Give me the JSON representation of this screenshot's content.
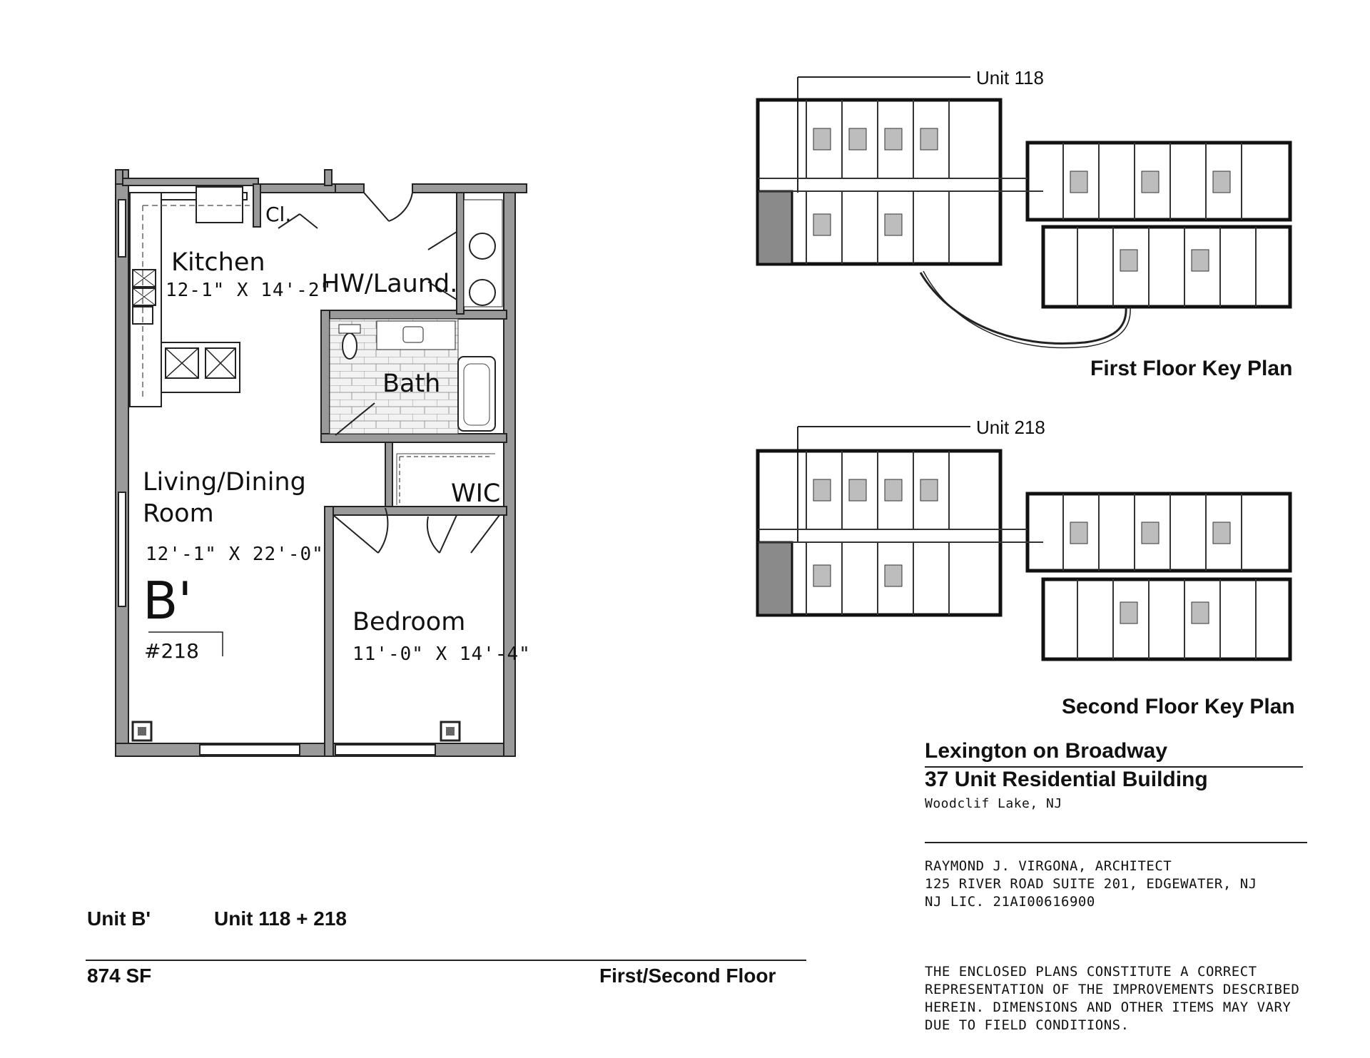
{
  "floor_plan": {
    "rooms": {
      "closet": "Cl.",
      "kitchen": "Kitchen",
      "kitchen_dim": "12-1\" X 14'-2\"",
      "hw_laundry": "HW/Laund.",
      "bath": "Bath",
      "living_dining_line1": "Living/Dining",
      "living_dining_line2": "Room",
      "living_dim": "12'-1\" X 22'-0\"",
      "wic": "WIC",
      "bedroom": "Bedroom",
      "bedroom_dim": "11'-0\" X 14'-4\""
    },
    "unit_type": "B'",
    "unit_number": "#218"
  },
  "unit_info": {
    "type_label": "Unit B'",
    "numbers_label": "Unit 118 + 218",
    "area": "874 SF",
    "floors": "First/Second Floor"
  },
  "key_plans": {
    "first_callout": "Unit 118",
    "first_title": "First Floor Key Plan",
    "second_callout": "Unit 218",
    "second_title": "Second Floor Key Plan"
  },
  "project": {
    "name": "Lexington on Broadway",
    "subtitle": "37 Unit Residential Building",
    "location": "Woodclif Lake, NJ"
  },
  "architect": {
    "name": "RAYMOND J. VIRGONA, ARCHITECT",
    "address": "125 RIVER ROAD SUITE 201, EDGEWATER, NJ",
    "license": "NJ LIC. 21AI00616900"
  },
  "disclaimer": [
    "THE ENCLOSED PLANS CONSTITUTE A CORRECT",
    "REPRESENTATION OF THE IMPROVEMENTS DESCRIBED",
    "HEREIN. DIMENSIONS AND OTHER ITEMS MAY VARY",
    "DUE TO FIELD CONDITIONS."
  ]
}
